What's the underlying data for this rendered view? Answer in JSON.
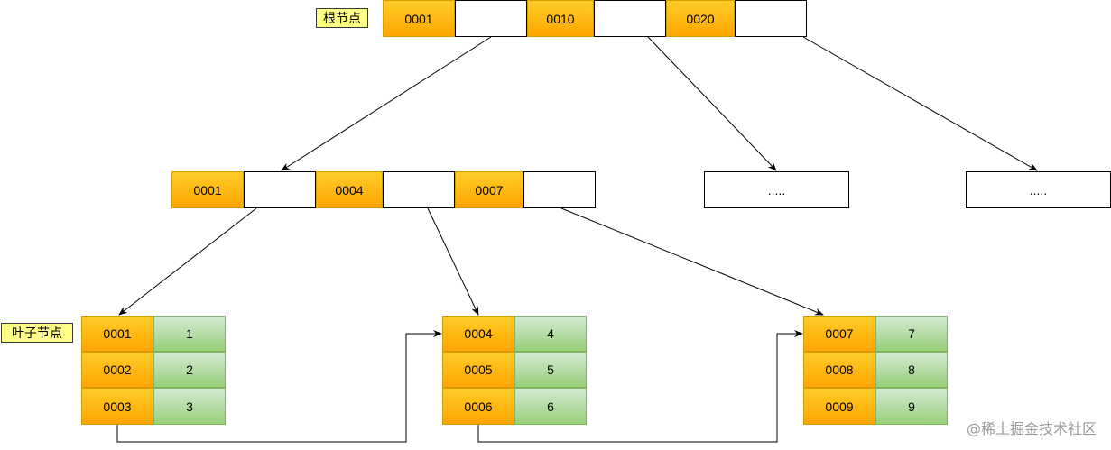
{
  "labels": {
    "root": "根节点",
    "leaf": "叶子节点"
  },
  "root_node": {
    "keys": [
      "0001",
      "0010",
      "0020"
    ]
  },
  "internal_node": {
    "keys": [
      "0001",
      "0004",
      "0007"
    ]
  },
  "collapsed_nodes": [
    ".....",
    "....."
  ],
  "leaf_nodes": [
    {
      "rows": [
        {
          "key": "0001",
          "value": "1"
        },
        {
          "key": "0002",
          "value": "2"
        },
        {
          "key": "0003",
          "value": "3"
        }
      ]
    },
    {
      "rows": [
        {
          "key": "0004",
          "value": "4"
        },
        {
          "key": "0005",
          "value": "5"
        },
        {
          "key": "0006",
          "value": "6"
        }
      ]
    },
    {
      "rows": [
        {
          "key": "0007",
          "value": "7"
        },
        {
          "key": "0008",
          "value": "8"
        },
        {
          "key": "0009",
          "value": "9"
        }
      ]
    }
  ],
  "watermark": "@稀土掘金技术社区",
  "colors": {
    "key_fill": "#ffa500",
    "key_border": "#d79b00",
    "value_fill": "#97d077",
    "value_border": "#82b366",
    "tag_fill": "#ffff88"
  }
}
